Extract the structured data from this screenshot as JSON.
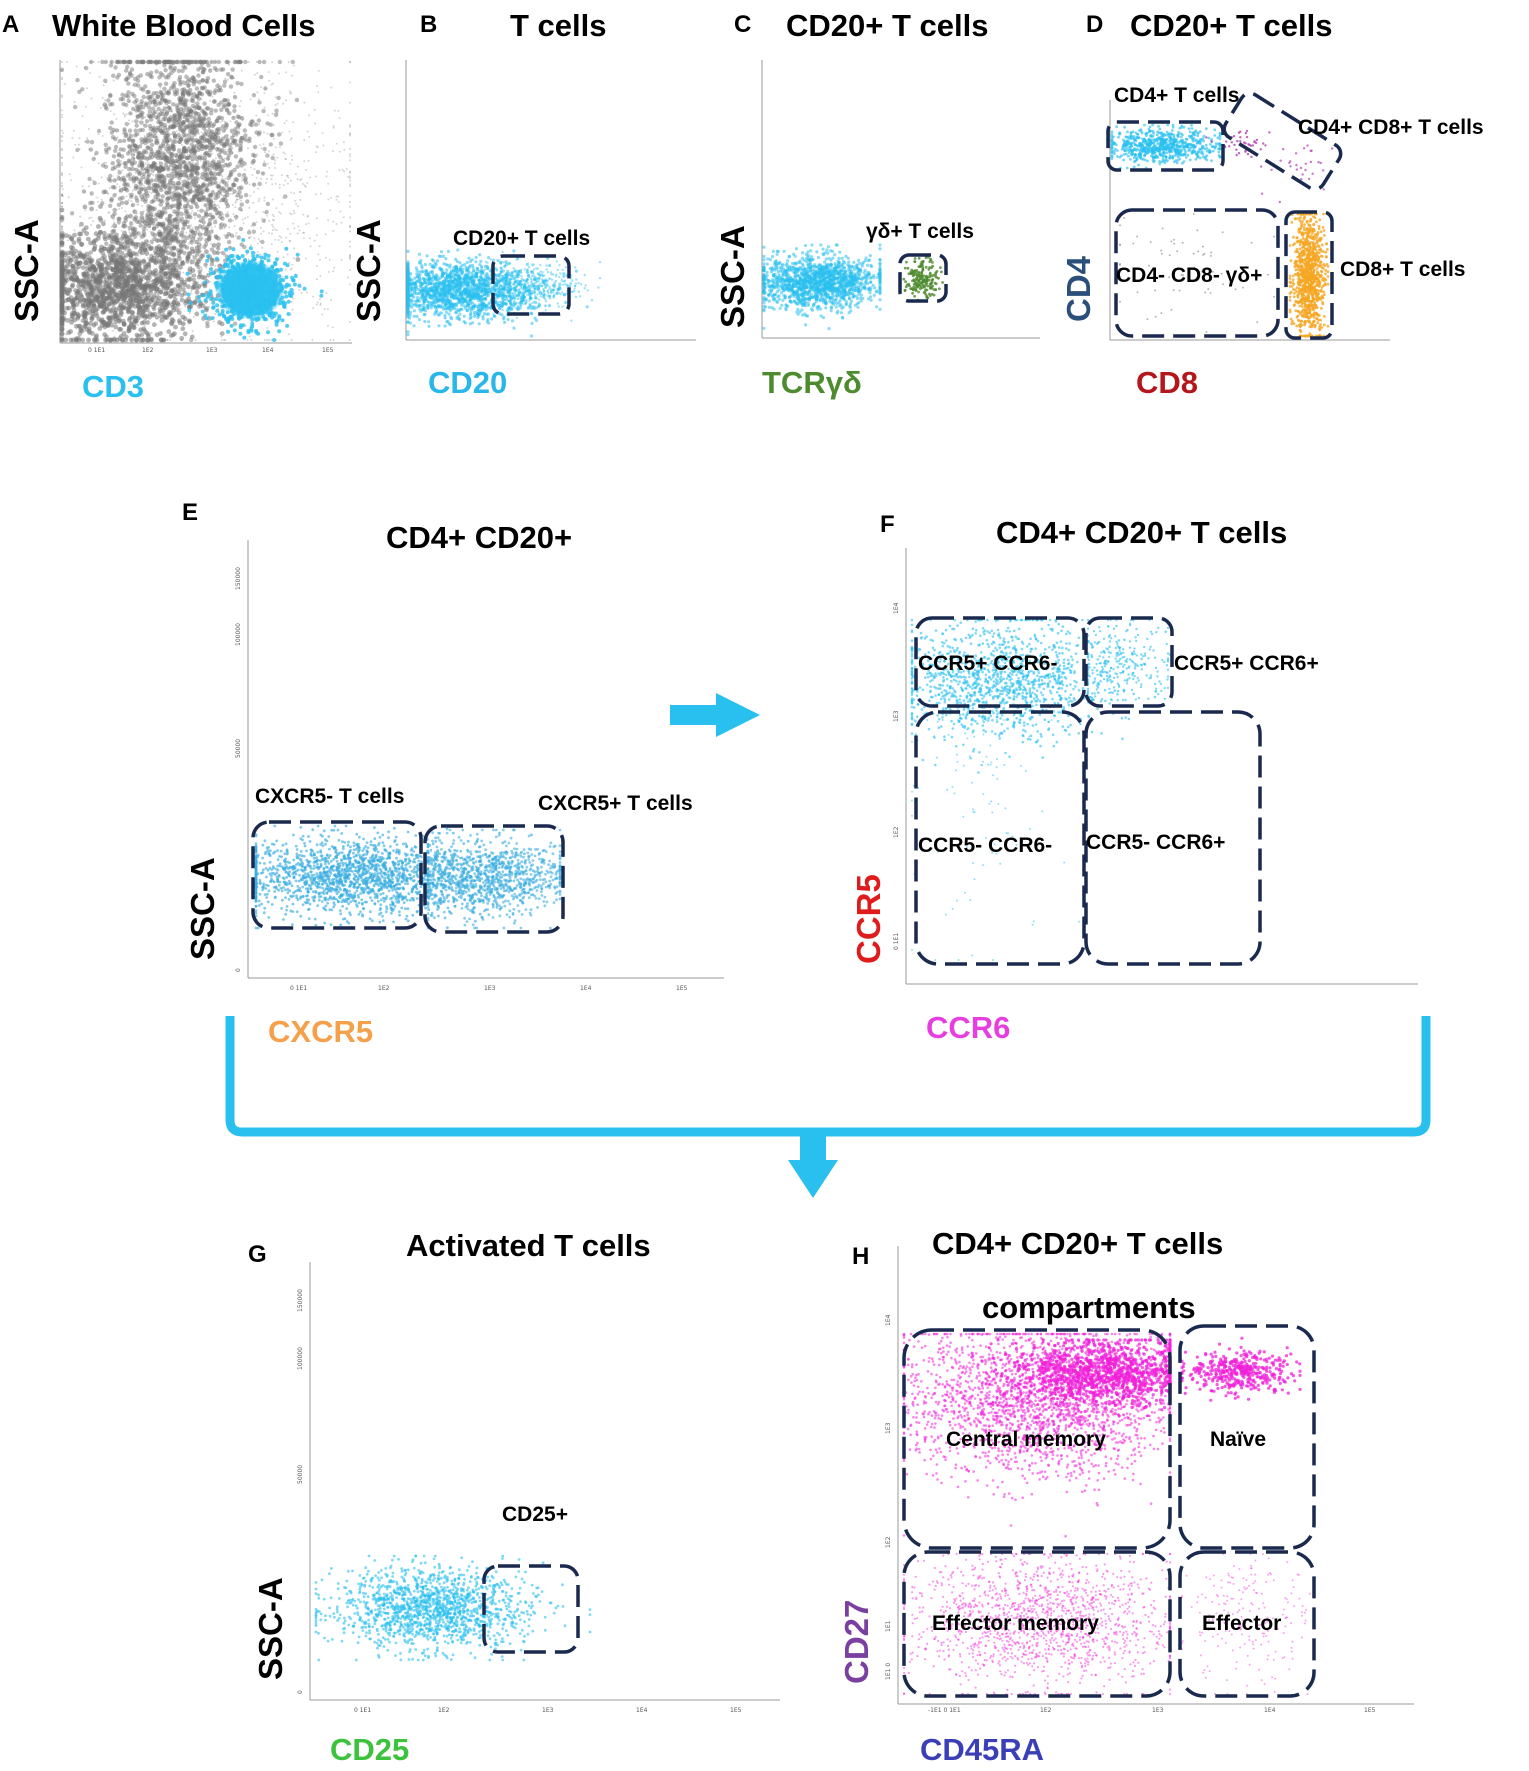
{
  "panels": {
    "A": {
      "letter": "A",
      "title": "White Blood Cells",
      "ylabel": "SSC-A",
      "xlabel": "CD3",
      "xlabel_color": "#29c0ef"
    },
    "B": {
      "letter": "B",
      "title": "T cells",
      "ylabel": "SSC-A",
      "xlabel": "CD20",
      "xlabel_color": "#29b6e8",
      "gates": [
        "CD20+ T cells"
      ]
    },
    "C": {
      "letter": "C",
      "title": "CD20+ T cells",
      "ylabel": "SSC-A",
      "xlabel": "TCRγδ",
      "xlabel_color": "#4e8a2e",
      "gates": [
        "γδ+ T cells"
      ]
    },
    "D": {
      "letter": "D",
      "title": "CD20+ T cells",
      "ylabel": "CD4",
      "ylabel_color": "#2a4f7a",
      "xlabel": "CD8",
      "xlabel_color": "#b3161b",
      "gates": [
        "CD4+ T cells",
        "CD4+ CD8+ T cells",
        "CD4- CD8- γδ+",
        "CD8+ T cells"
      ]
    },
    "E": {
      "letter": "E",
      "title": "CD4+ CD20+",
      "ylabel": "SSC-A",
      "xlabel": "CXCR5",
      "xlabel_color": "#f5a04a",
      "gates": [
        "CXCR5- T cells",
        "CXCR5+ T cells"
      ]
    },
    "F": {
      "letter": "F",
      "title": "CD4+ CD20+ T cells",
      "ylabel": "CCR5",
      "ylabel_color": "#e01b1b",
      "xlabel": "CCR6",
      "xlabel_color": "#e73ee0",
      "gates": [
        "CCR5+ CCR6-",
        "CCR5+ CCR6+",
        "CCR5- CCR6-",
        "CCR5- CCR6+"
      ]
    },
    "G": {
      "letter": "G",
      "title": "Activated T cells",
      "ylabel": "SSC-A",
      "xlabel": "CD25",
      "xlabel_color": "#3cc23c",
      "gates": [
        "CD25+"
      ]
    },
    "H": {
      "letter": "H",
      "title": "CD4+ CD20+ T cells",
      "title2": "compartments",
      "ylabel": "CD27",
      "ylabel_color": "#7a3fa0",
      "xlabel": "CD45RA",
      "xlabel_color": "#3a3fb8",
      "gates": [
        "Central memory",
        "Naïve",
        "Effector memory",
        "Effector"
      ]
    }
  },
  "ticks": {
    "log_a": [
      "0 1E1",
      "1E2",
      "1E3",
      "1E4",
      "1E5"
    ],
    "lin_e": [
      "0",
      "50000",
      "100000",
      "150000"
    ],
    "log_f_y": [
      "0 1E1",
      "1E2",
      "1E3",
      "1E4"
    ],
    "log_h_x": [
      "-1E1 0 1E1",
      "1E2",
      "1E3",
      "1E4",
      "1E5"
    ],
    "log_h_y": [
      "1E1 0",
      "1E1",
      "1E2",
      "1E3",
      "1E4"
    ]
  },
  "colors": {
    "gate": "#1a2a4f",
    "arrow": "#29c0ef",
    "cyan": "#29c0ef",
    "grey": "#888888",
    "magenta": "#f020d8",
    "orange": "#f5a623",
    "green": "#4e8a2e",
    "purple": "#b040b0"
  }
}
